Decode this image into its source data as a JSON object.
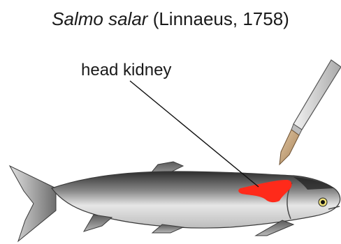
{
  "title": {
    "species": "Salmo salar",
    "authority": "(Linnaeus, 1758)"
  },
  "callout": {
    "label": "head kidney",
    "highlight_color": "#ff2a1a"
  },
  "colors": {
    "fish_dark": "#3a3a3a",
    "fish_light": "#d8d8d8",
    "scalpel_handle": "#dcdcdc",
    "scalpel_blade": "#c8a882"
  },
  "icons": {
    "tool": "scalpel-icon",
    "fish": "salmon-illustration"
  }
}
